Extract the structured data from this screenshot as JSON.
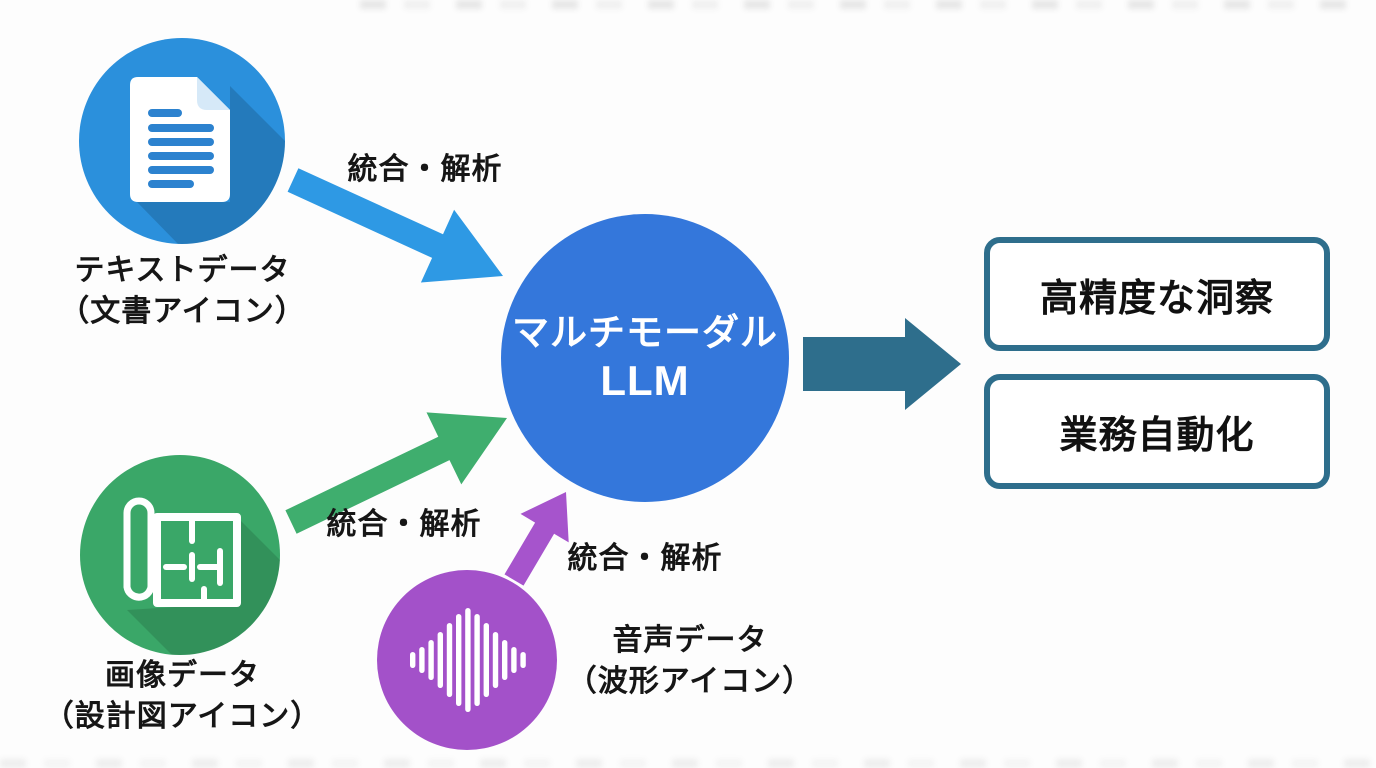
{
  "colors": {
    "background": "#fdfdfd",
    "node_text_blue": "#2b90dc",
    "node_llm_blue": "#3477db",
    "node_image_green": "#3aa768",
    "node_audio_purple": "#a351c9",
    "arrow_blue": "#2e99e4",
    "arrow_green": "#3fae6e",
    "arrow_purple": "#a654cc",
    "arrow_teal": "#2e6e8c",
    "output_border_teal": "#2e6e8c",
    "label_text": "#161616",
    "icon_white": "#ffffff",
    "document_line_blue": "#2c82cf",
    "document_fold": "#d6e9f8"
  },
  "nodes": {
    "text_data": {
      "icon": "document-icon",
      "label_line1": "テキストデータ",
      "label_line2": "（文書アイコン）"
    },
    "image_data": {
      "icon": "blueprint-icon",
      "label_line1": "画像データ",
      "label_line2": "（設計図アイコン）"
    },
    "audio_data": {
      "icon": "waveform-icon",
      "label_line1": "音声データ",
      "label_line2": "（波形アイコン）"
    },
    "llm": {
      "label_line1": "マルチモーダル",
      "label_line2": "LLM"
    }
  },
  "arrows": {
    "text_to_llm": {
      "label": "統合・解析"
    },
    "image_to_llm": {
      "label": "統合・解析"
    },
    "audio_to_llm": {
      "label": "統合・解析"
    }
  },
  "outputs": [
    {
      "label": "高精度な洞察"
    },
    {
      "label": "業務自動化"
    }
  ]
}
